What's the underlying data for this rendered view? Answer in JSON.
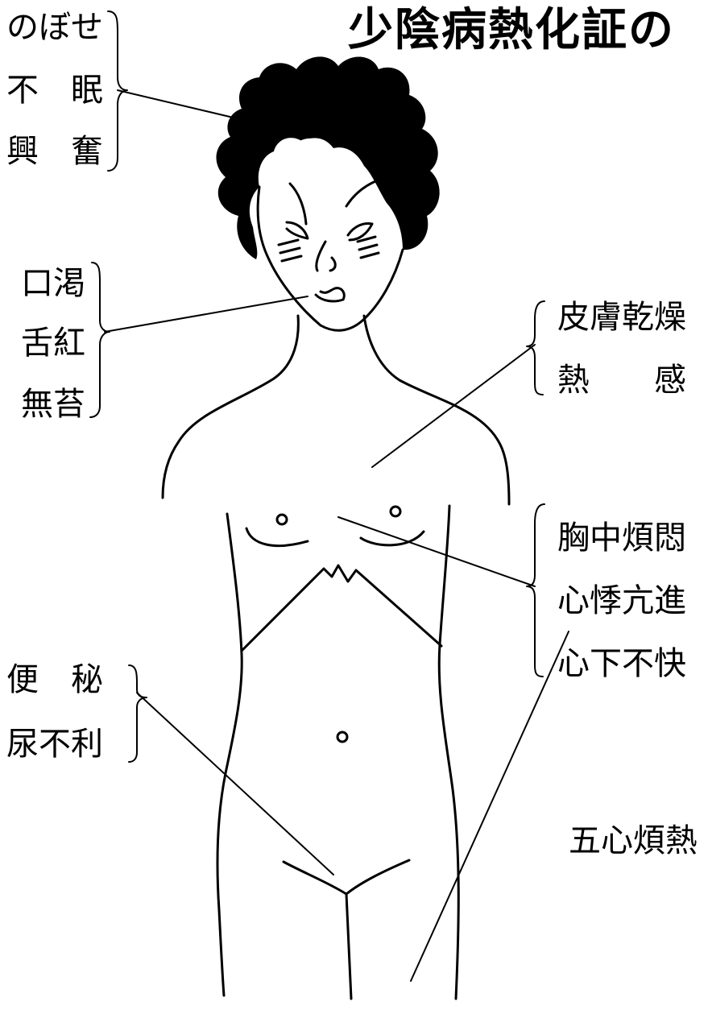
{
  "title": "少陰病熱化証の",
  "head_symptoms": [
    "のぼせ",
    "不　眠",
    "興　奮"
  ],
  "mouth_symptoms": [
    "口渇",
    "舌紅",
    "無苔"
  ],
  "skin_symptoms": [
    "皮膚乾燥",
    "熱　　感"
  ],
  "chest_symptoms": [
    "胸中煩悶",
    "心悸亢進",
    "心下不快"
  ],
  "lower_symptoms": [
    "便　秘",
    "尿不利"
  ],
  "limb_symptoms": [
    "五心煩熱"
  ]
}
